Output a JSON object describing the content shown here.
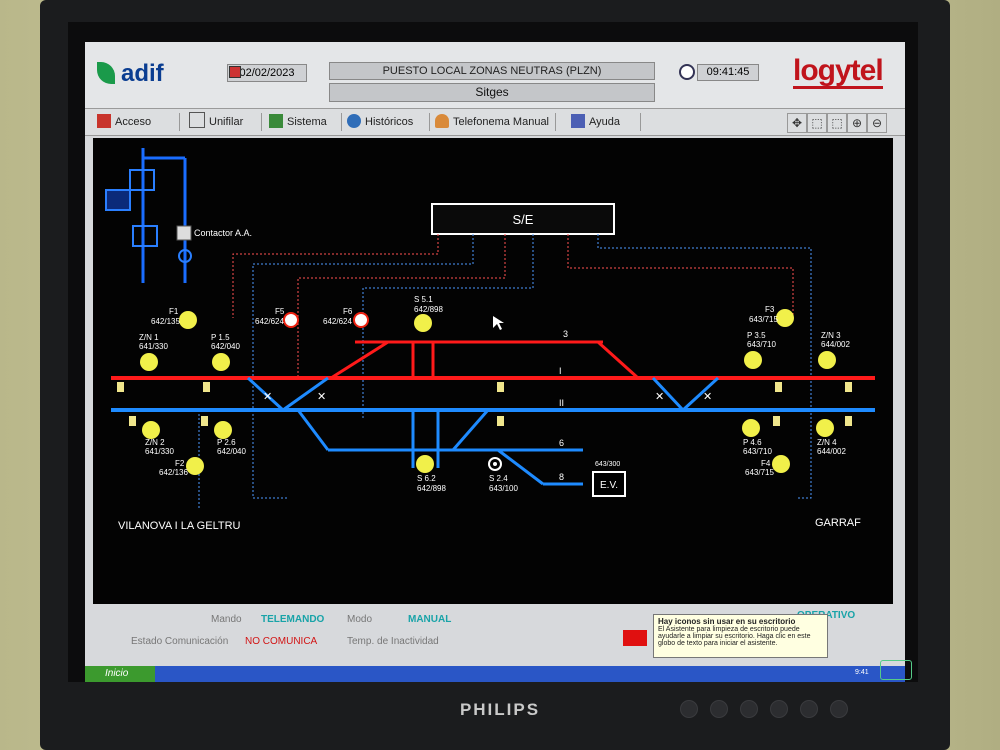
{
  "header": {
    "left_logo": "adif",
    "date": "02/02/2023",
    "title": "PUESTO LOCAL ZONAS NEUTRAS (PLZN)",
    "station": "Sitges",
    "time": "09:41:45",
    "right_logo": "logytel"
  },
  "toolbar": {
    "acceso": "Acceso",
    "unifilar": "Unifilar",
    "sistema": "Sistema",
    "historicos": "Históricos",
    "telefonema": "Telefonema Manual",
    "ayuda": "Ayuda"
  },
  "diagram": {
    "se_label": "S/E",
    "contactor": "Contactor A.A.",
    "track_3": "3",
    "track_I": "I",
    "track_II": "II",
    "track_6": "6",
    "track_8": "8",
    "ev_box": "E.V.",
    "ev_code": "643/300",
    "left_station": "VILANOVA I LA GELTRU",
    "right_station": "GARRAF",
    "f1": "F1",
    "f1_code": "642/135",
    "f2": "F2",
    "f2_code": "642/136",
    "f3": "F3",
    "f3_code": "643/715",
    "f4": "F4",
    "f4_code": "643/715",
    "f5": "F5",
    "f5_code": "642/624",
    "f6": "F6",
    "f6_code": "642/624",
    "zn1": "Z/N 1",
    "zn1_code": "641/330",
    "zn2": "Z/N 2",
    "zn2_code": "641/330",
    "zn3": "Z/N 3",
    "zn3_code": "644/002",
    "zn4": "Z/N 4",
    "zn4_code": "644/002",
    "p15": "P 1.5",
    "p15_code": "642/040",
    "p26": "P 2.6",
    "p26_code": "642/040",
    "p35": "P 3.5",
    "p35_code": "643/710",
    "p46": "P 4.6",
    "p46_code": "643/710",
    "s51": "S 5.1",
    "s51_code": "642/898",
    "s62": "S 6.2",
    "s62_code": "642/898",
    "s24": "S 2.4",
    "s24_code": "643/100"
  },
  "status": {
    "mando_label": "Mando",
    "mando_value": "TELEMANDO",
    "modo_label": "Modo",
    "modo_value": "MANUAL",
    "estado_label": "Estado Comunicación",
    "estado_value": "NO COMUNICA",
    "temp_label": "Temp. de Inactividad",
    "right_value": "OPERATIVO"
  },
  "notification": {
    "title": "Hay iconos sin usar en su escritorio",
    "body": "El Asistente para limpieza de escritorio puede ayudarle a limpiar su escritorio. Haga clic en este globo de texto para iniciar el asistente."
  },
  "taskbar": {
    "start_label": "Inicio",
    "tray_time": "9:41"
  },
  "monitor": {
    "brand": "PHILIPS"
  },
  "colors": {
    "track_I": "#ff1a1a",
    "track_II": "#1e8bff",
    "background": "#030303"
  }
}
